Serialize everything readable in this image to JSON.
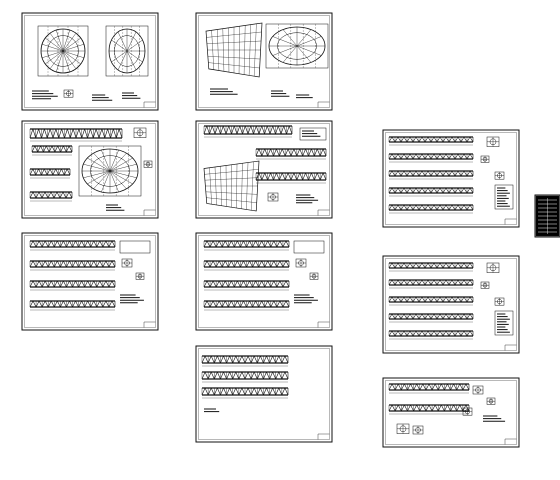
{
  "title": "",
  "colors": {
    "background": "#ffffff",
    "line": "#111111",
    "dense_fill": "#000000"
  },
  "sheets": [
    {
      "id": "A1",
      "kind": "plan-pair"
    },
    {
      "id": "A2",
      "kind": "plan-elevation-pair"
    },
    {
      "id": "B1",
      "kind": "truss-plan-mix"
    },
    {
      "id": "B2",
      "kind": "truss-panel-mix"
    },
    {
      "id": "C1",
      "kind": "truss-elevations"
    },
    {
      "id": "C2",
      "kind": "truss-elevations"
    },
    {
      "id": "C3",
      "kind": "truss-elevations-short"
    },
    {
      "id": "D1",
      "kind": "truss-elevations-with-details"
    },
    {
      "id": "D2",
      "kind": "truss-elevations-with-details"
    },
    {
      "id": "D3",
      "kind": "truss-elevations-sparse"
    },
    {
      "id": "E1",
      "kind": "title-legend-strip"
    }
  ]
}
